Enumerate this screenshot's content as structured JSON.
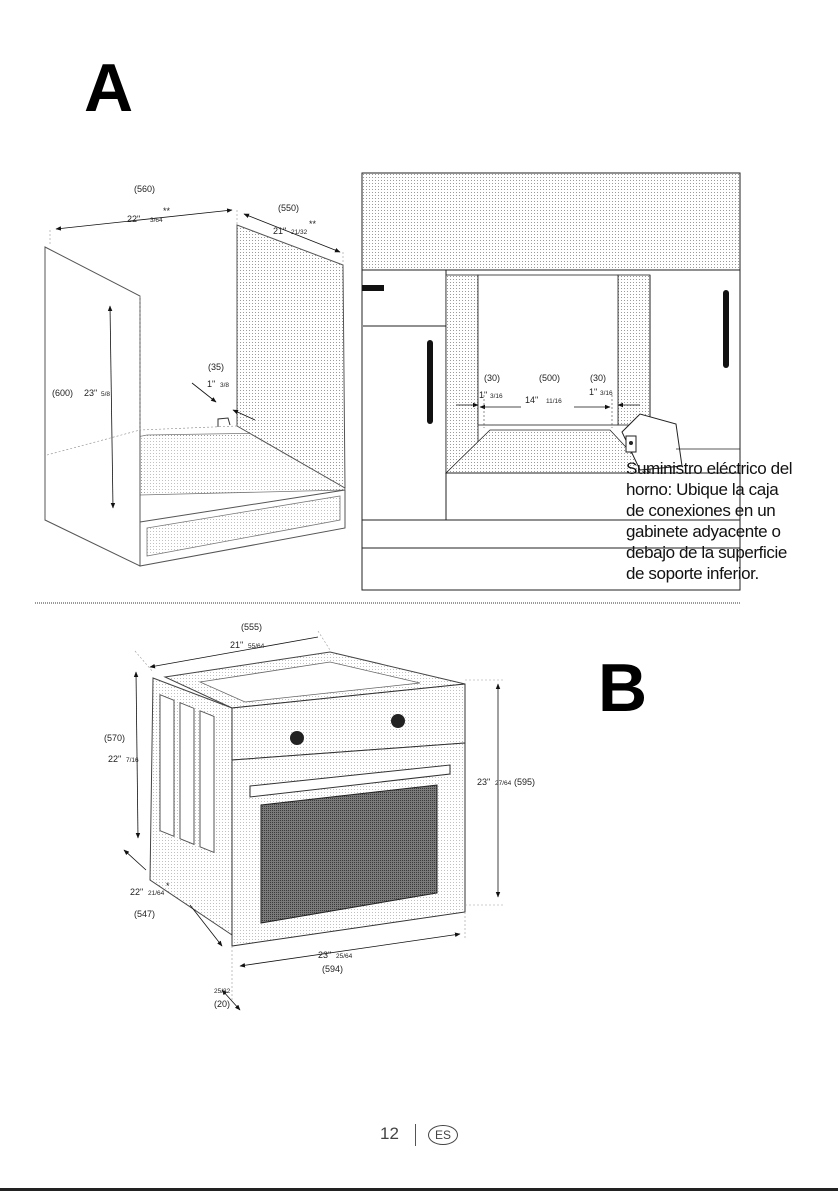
{
  "section_a": {
    "letter": "A",
    "cabinet_dims": {
      "width_mm": "(560)",
      "width_in_main": "22\"",
      "width_in_frac": "3/64",
      "width_mark": "**",
      "depth_mm": "(550)",
      "depth_in_main": "21\"",
      "depth_in_frac": "21/32",
      "depth_mark": "**",
      "height_mm": "(600)",
      "height_in_main": "23\"",
      "height_in_frac": "5/8",
      "gap_mm": "(35)",
      "gap_in_main": "1\"",
      "gap_in_frac": "3/8"
    },
    "installed_dims": {
      "left_mm": "(30)",
      "left_in_main": "1\"",
      "left_in_frac": "3/16",
      "center_mm": "(500)",
      "center_in_main": "14\"",
      "center_in_frac": "11/16",
      "right_mm": "(30)",
      "right_in_main": "1\"",
      "right_in_frac": "3/16"
    },
    "note_lines": [
      "Suministro eléctrico del",
      "horno: Ubique la caja",
      "de conexiones en un",
      "gabinete adyacente o",
      "debajo de la superficie",
      "de soporte inferior."
    ]
  },
  "section_b": {
    "letter": "B",
    "oven_dims": {
      "top_depth_mm": "(555)",
      "top_depth_in_main": "21\"",
      "top_depth_in_frac": "55/64",
      "body_height_mm": "(570)",
      "body_height_in_main": "22\"",
      "body_height_in_frac": "7/16",
      "front_height_in_main": "23\"",
      "front_height_in_frac": "27/64",
      "front_height_mm": "(595)",
      "side_depth_in_main": "22\"",
      "side_depth_in_frac": "21/64",
      "side_depth_mark": "*",
      "side_depth_mm": "(547)",
      "front_width_in_main": "23\"",
      "front_width_in_frac": "25/64",
      "front_width_mm": "(594)",
      "panel_in_frac": "25/32",
      "panel_mm": "(20)"
    }
  },
  "footer": {
    "page_number": "12",
    "language_badge": "ES"
  }
}
